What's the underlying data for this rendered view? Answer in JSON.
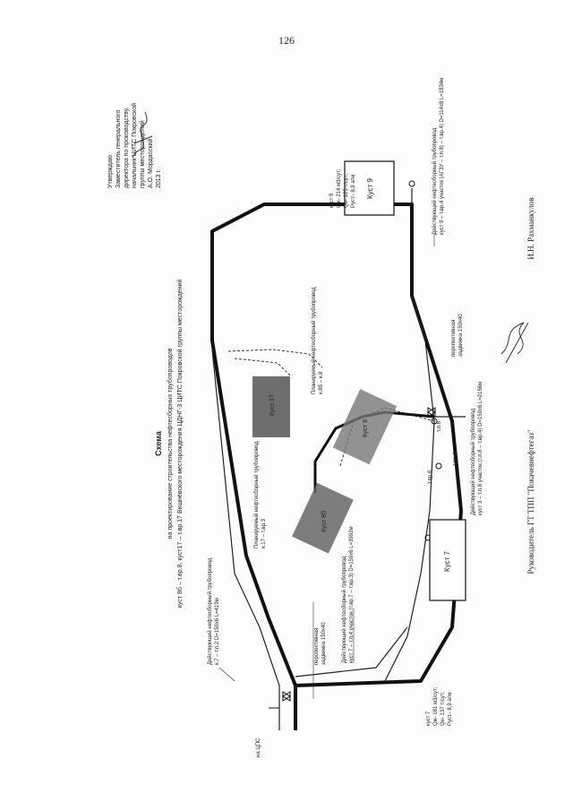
{
  "page_number": "126",
  "approval": {
    "lines": [
      "Утверждаю",
      "Заместитель генерального",
      "директора по производству,",
      "начальник ЦИТС Покровской",
      "группы месторождений",
      "А.О. Мордасский",
      "2013 г."
    ]
  },
  "title": {
    "heading": "Схема",
    "line1": "на проектирование строительства нефтесборных трубопроводов",
    "line2": "куст 8б – т.вр.8, куст17 – т.вр.17 Вишнёвского месторождения ЦДНГ-3 ЦИТС Покровской группы месторождений"
  },
  "pads": {
    "kust9": "Куст 9",
    "kust7": "Куст 7",
    "kust17": "Куст 17",
    "kust8": "Куст 8",
    "kust8b": "Куст 8б"
  },
  "pad_info": {
    "kust9": [
      "куст 9",
      "Qж- 214 м3/сут;",
      "Qн- 125 т/сут;",
      "Руст.- 8,9 атм"
    ],
    "kust7": [
      "куст 7",
      "Qж- 181 м3/сут;",
      "Qн- 137 т/сут;",
      "Руст.- 8,9 атм."
    ]
  },
  "labels": {
    "existing_left": [
      "Действующий нефтесборный трубопровод",
      "к.7 – т.п.2 D=159х6 L=419м"
    ],
    "planned_17": [
      "Планируемый нефтесборный трубопровод",
      "к.17 – т.вр.3"
    ],
    "planned_8b": [
      "Планируемый нефтесборный трубопровод",
      "к.8б – к.8"
    ],
    "valve_left": [
      "перспективная",
      "задвижка 150х40"
    ],
    "valve_right": [
      "перспективная",
      "задвижка 150х40"
    ],
    "existing_bottom": [
      "Действующий нефтесборный трубопровод",
      "куст 7 – т.п.4 участок (т.вр.7 – т.вр.3) D=159х6 L=3992м"
    ],
    "existing_right_top": [
      "Действующий нефтесборный трубопровод",
      "куст 9 – т.вр.4 участок (АГЗУ – т.п.8) – т.вр.4) D=114х8 L=1834м"
    ],
    "existing_right_bottom": [
      "Действующий нефтесборный трубопровод",
      "куст 3 – т.п.8 участок (т.п.8 – т.вр.4) D=159х6 L=2156м"
    ],
    "node_a": "т.вр.6",
    "node_b": "т.вр.4",
    "node_c": "т.п.8",
    "to_pss": "на ЦПС"
  },
  "signature_line": "Руководитель ГТ ТПП \"Покачевнефтегаз\"",
  "signature_name": "И.Н. Рахманкулов"
}
